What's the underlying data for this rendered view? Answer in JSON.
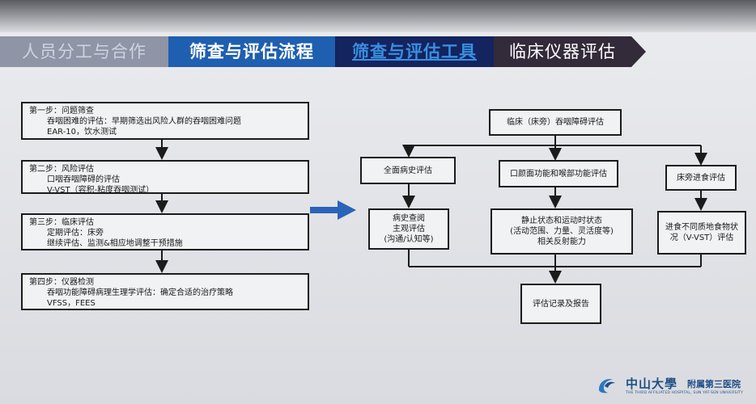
{
  "nav": {
    "tabs": [
      {
        "label": "人员分工与合作"
      },
      {
        "label": "筛查与评估流程"
      },
      {
        "label": "筛查与评估工具"
      },
      {
        "label": "临床仪器评估"
      }
    ]
  },
  "left_flow": {
    "steps": [
      {
        "title": "第一步：问题筛查",
        "lines": [
          "吞咽困难的评估：早期筛选出风险人群的吞咽困难问题",
          "EAR-10，饮水测试"
        ]
      },
      {
        "title": "第二步：风险评估",
        "lines": [
          "口咽吞咽障碍的评估",
          "V-VST（容积-粘度吞咽测试）"
        ]
      },
      {
        "title": "第三步：临床评估",
        "lines": [
          "定期评估：床旁",
          "继续评估、监测&相应地调整干预措施"
        ]
      },
      {
        "title": "第四步：仪器检测",
        "lines": [
          "吞咽功能障碍病理生理学评估：确定合适的治疗策略",
          "VFSS，FEES"
        ]
      }
    ]
  },
  "right_flow": {
    "root": "临床（床旁）吞咽障碍评估",
    "branches": [
      {
        "title": "全面病史评估",
        "detail": [
          "病史查阅",
          "主观评估",
          "(沟通/认知等)"
        ]
      },
      {
        "title": "口颜面功能和喉部功能评估",
        "detail": [
          "静止状态和运动时状态",
          "(活动范围、力量、灵活度等)",
          "相关反射能力"
        ]
      },
      {
        "title": "床旁进食评估",
        "detail": [
          "进食不同质地食物状",
          "况（V-VST）评估"
        ]
      }
    ],
    "result": "评估记录及报告"
  },
  "logo": {
    "name_cn": "中山大學",
    "hospital_cn": "附属第三医院",
    "name_en": "THE THIRD AFFILIATED HOSPITAL, SUN YAT-SEN UNIVERSITY"
  },
  "colors": {
    "tab_active": "#1e5fb0",
    "tab_tools": "#13245e",
    "tab_inactive": "#8f94a6",
    "tab_instruments": "#332a3a",
    "arrow_blue": "#2a63b8",
    "logo_blue": "#1f4f86"
  }
}
